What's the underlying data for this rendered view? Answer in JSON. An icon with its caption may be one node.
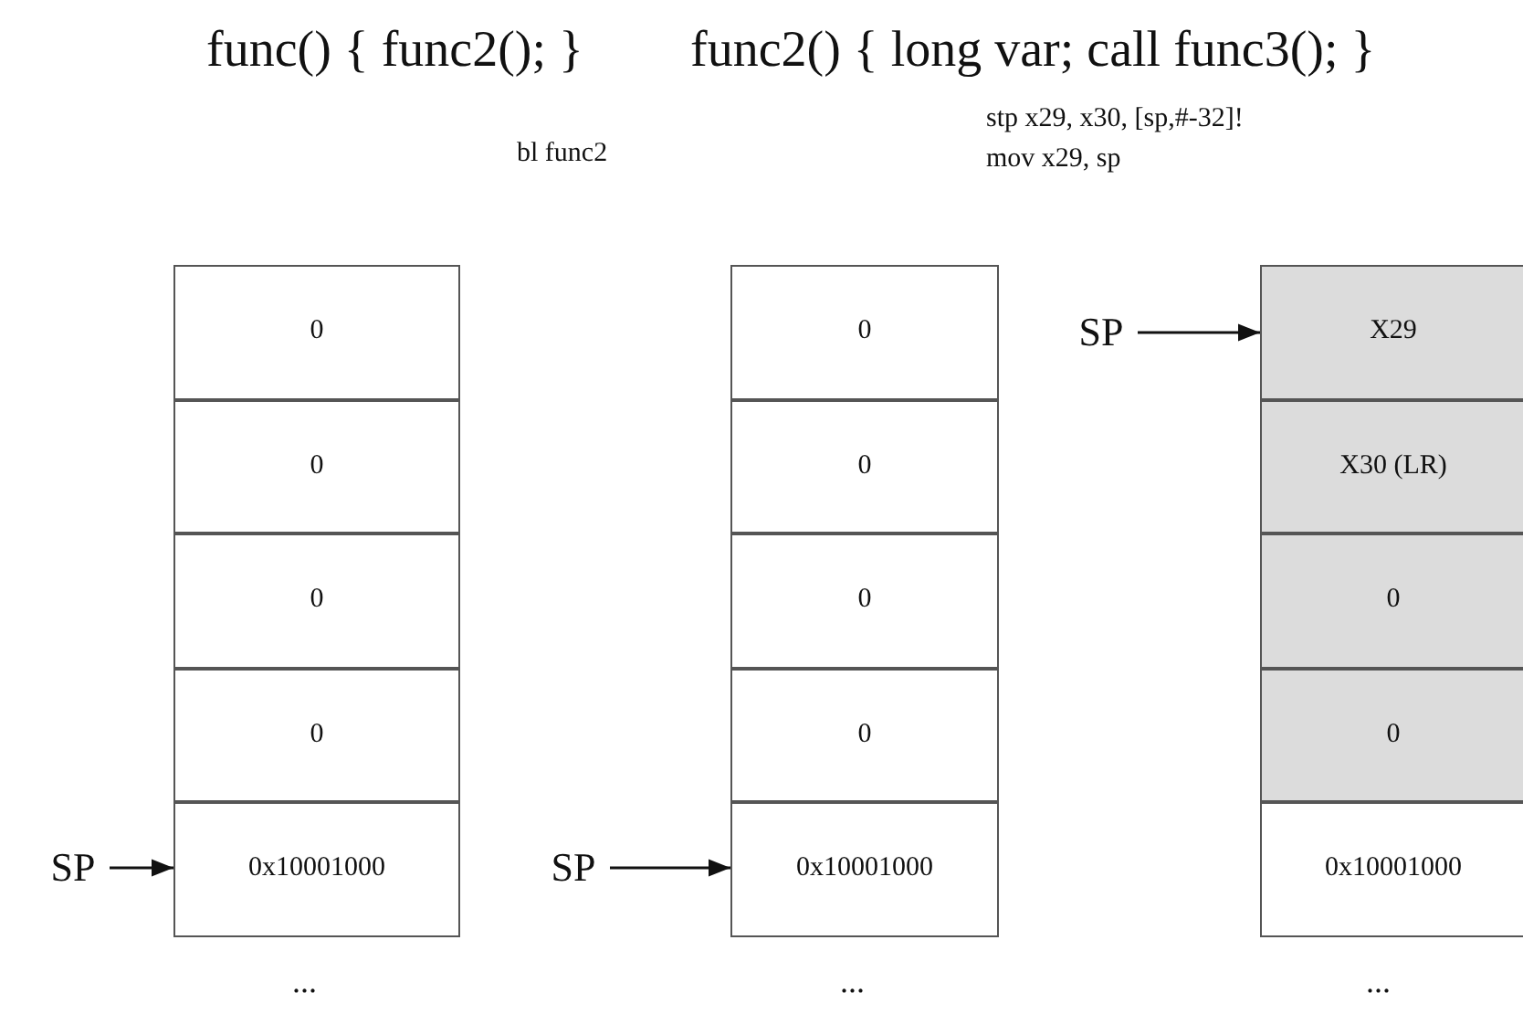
{
  "diagram": {
    "nodes": [
      {
        "text": [
          "0"
        ]
      },
      {
        "text": [
          "0"
        ]
      },
      {
        "text": [
          "0"
        ]
      },
      {
        "text": [
          "0"
        ]
      },
      {
        "text": [
          "0x10001000"
        ]
      },
      {
        "text": [
          "SP"
        ]
      },
      {
        "text": [
          "0"
        ]
      },
      {
        "text": [
          "0"
        ]
      },
      {
        "text": [
          "0"
        ]
      },
      {
        "text": [
          "0"
        ]
      },
      {
        "text": [
          "0x10001000"
        ]
      },
      {
        "text": [
          "SP"
        ]
      },
      {
        "text": [
          "SP"
        ]
      },
      {
        "text": [
          "X29"
        ]
      },
      {
        "text": [
          "X30 (LR)"
        ]
      },
      {
        "text": [
          "0"
        ]
      },
      {
        "text": [
          "0"
        ]
      },
      {
        "text": [
          "0x10001000"
        ]
      }
    ],
    "edges": [
      {
        "from": 5,
        "to": 4,
        "arrow": "to"
      },
      {
        "from": 11,
        "to": 10,
        "arrow": "to"
      },
      {
        "from": 12,
        "to": 13,
        "arrow": "to"
      }
    ],
    "labels": [
      "func() { func2(); }",
      "func2() { long var; call func3(); }",
      "bl func2",
      "stp x29, x30, [sp,#-32]!",
      "mov x29, sp",
      "...",
      "...",
      "..."
    ]
  }
}
